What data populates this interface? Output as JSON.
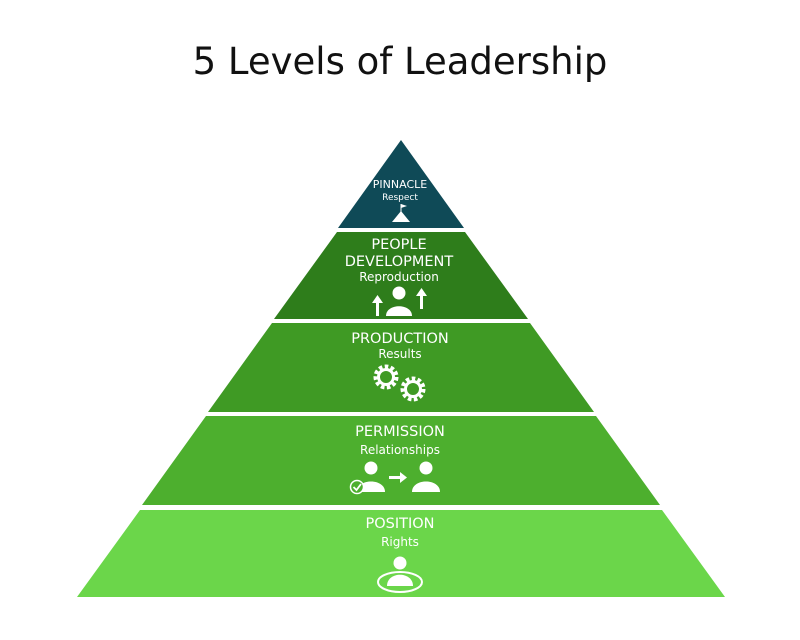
{
  "title": "5 Levels of Leadership",
  "levels": [
    {
      "name": "PINNACLE",
      "subtitle": "Respect",
      "color": "#0f4a57",
      "icon": "summit-flag-icon"
    },
    {
      "name_line1": "PEOPLE",
      "name_line2": "DEVELOPMENT",
      "subtitle": "Reproduction",
      "color": "#2e7d1b",
      "icon": "person-growth-icon"
    },
    {
      "name": "PRODUCTION",
      "subtitle": "Results",
      "color": "#3f9a24",
      "icon": "gears-icon"
    },
    {
      "name": "PERMISSION",
      "subtitle": "Relationships",
      "color": "#4daf2e",
      "icon": "relationship-icon"
    },
    {
      "name": "POSITION",
      "subtitle": "Rights",
      "color": "#6bd64a",
      "icon": "person-position-icon"
    }
  ]
}
